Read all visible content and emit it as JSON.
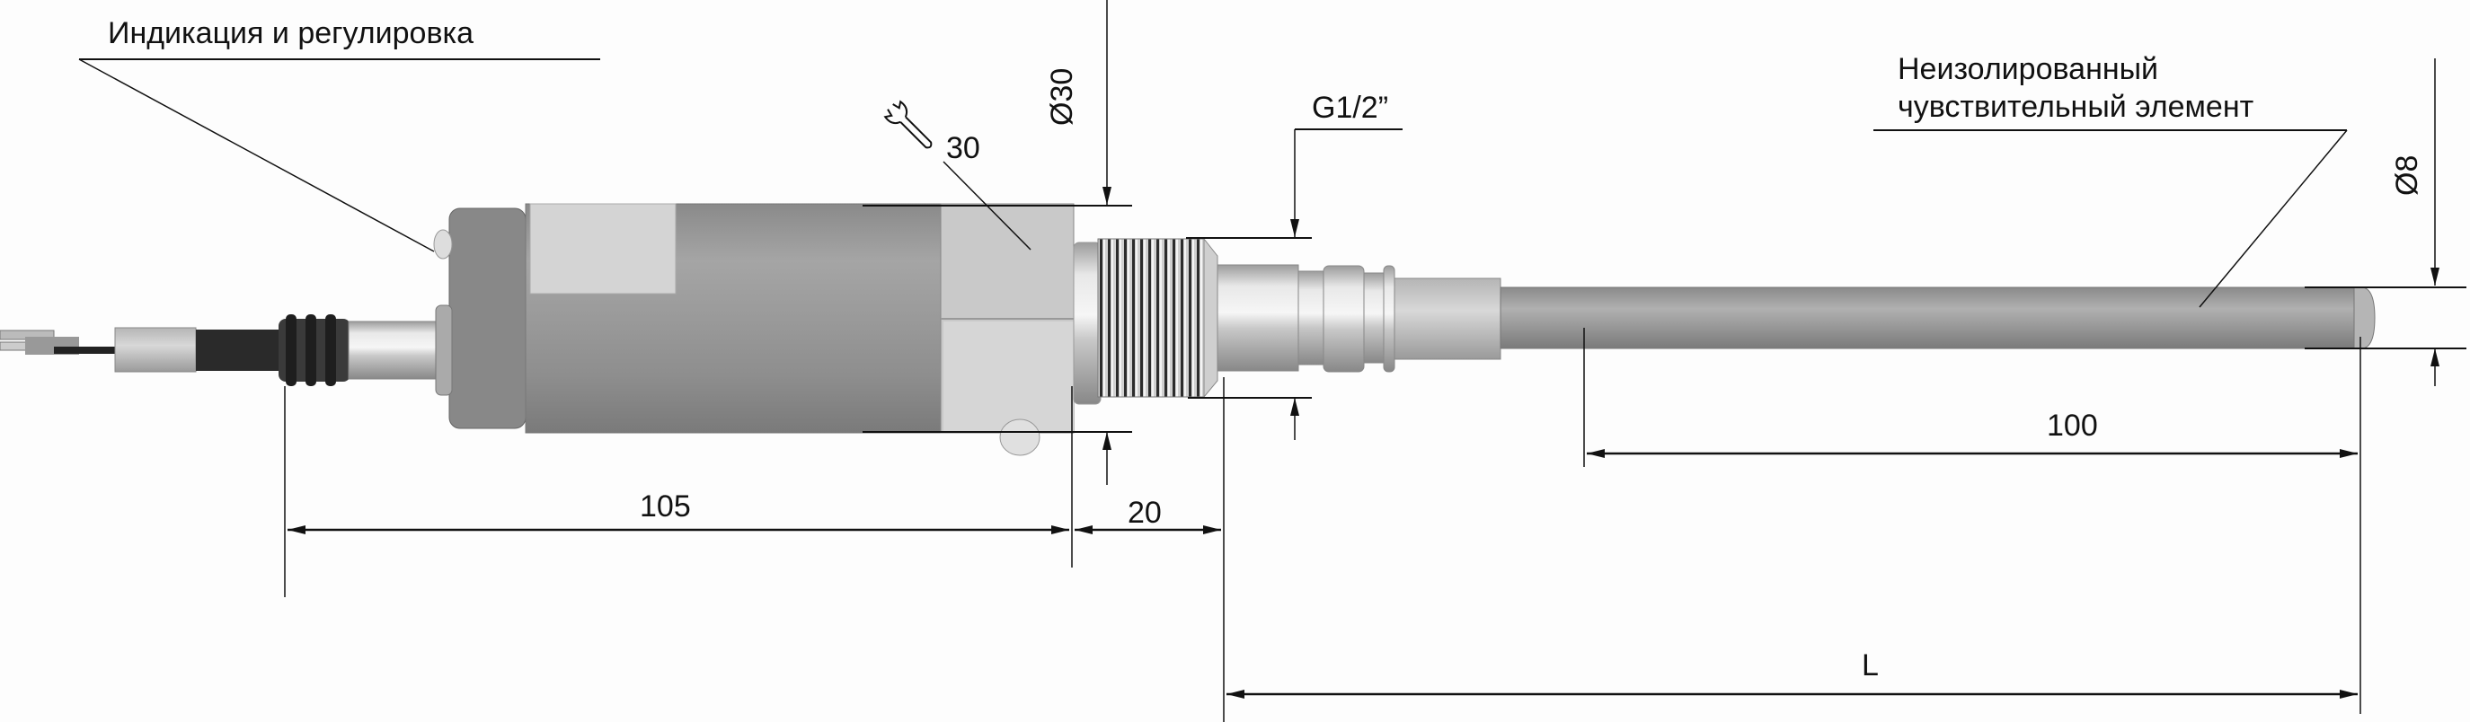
{
  "drawing": {
    "subject": "Temperature sensor with display, threaded fitting G1/2\"",
    "callouts": {
      "indication": "Индикация и регулировка",
      "sensor_line1": "Неизолированный",
      "sensor_line2": "чувствительный элемент"
    },
    "dimensions": {
      "housing_diameter": "Ø30",
      "wrench_size": "30",
      "thread": "G1/2”",
      "probe_diameter": "Ø8",
      "body_length": "105",
      "thread_length": "20",
      "probe_length": "100",
      "immersion_length": "L"
    },
    "icons": {
      "wrench": "wrench-icon"
    },
    "colors": {
      "line": "#111111",
      "background": "#fdfdfd",
      "metal_dark": "#7d7d7d",
      "metal_mid": "#a8a8a8",
      "metal_light": "#d4d4d4",
      "cable_black": "#2a2a2a"
    }
  }
}
